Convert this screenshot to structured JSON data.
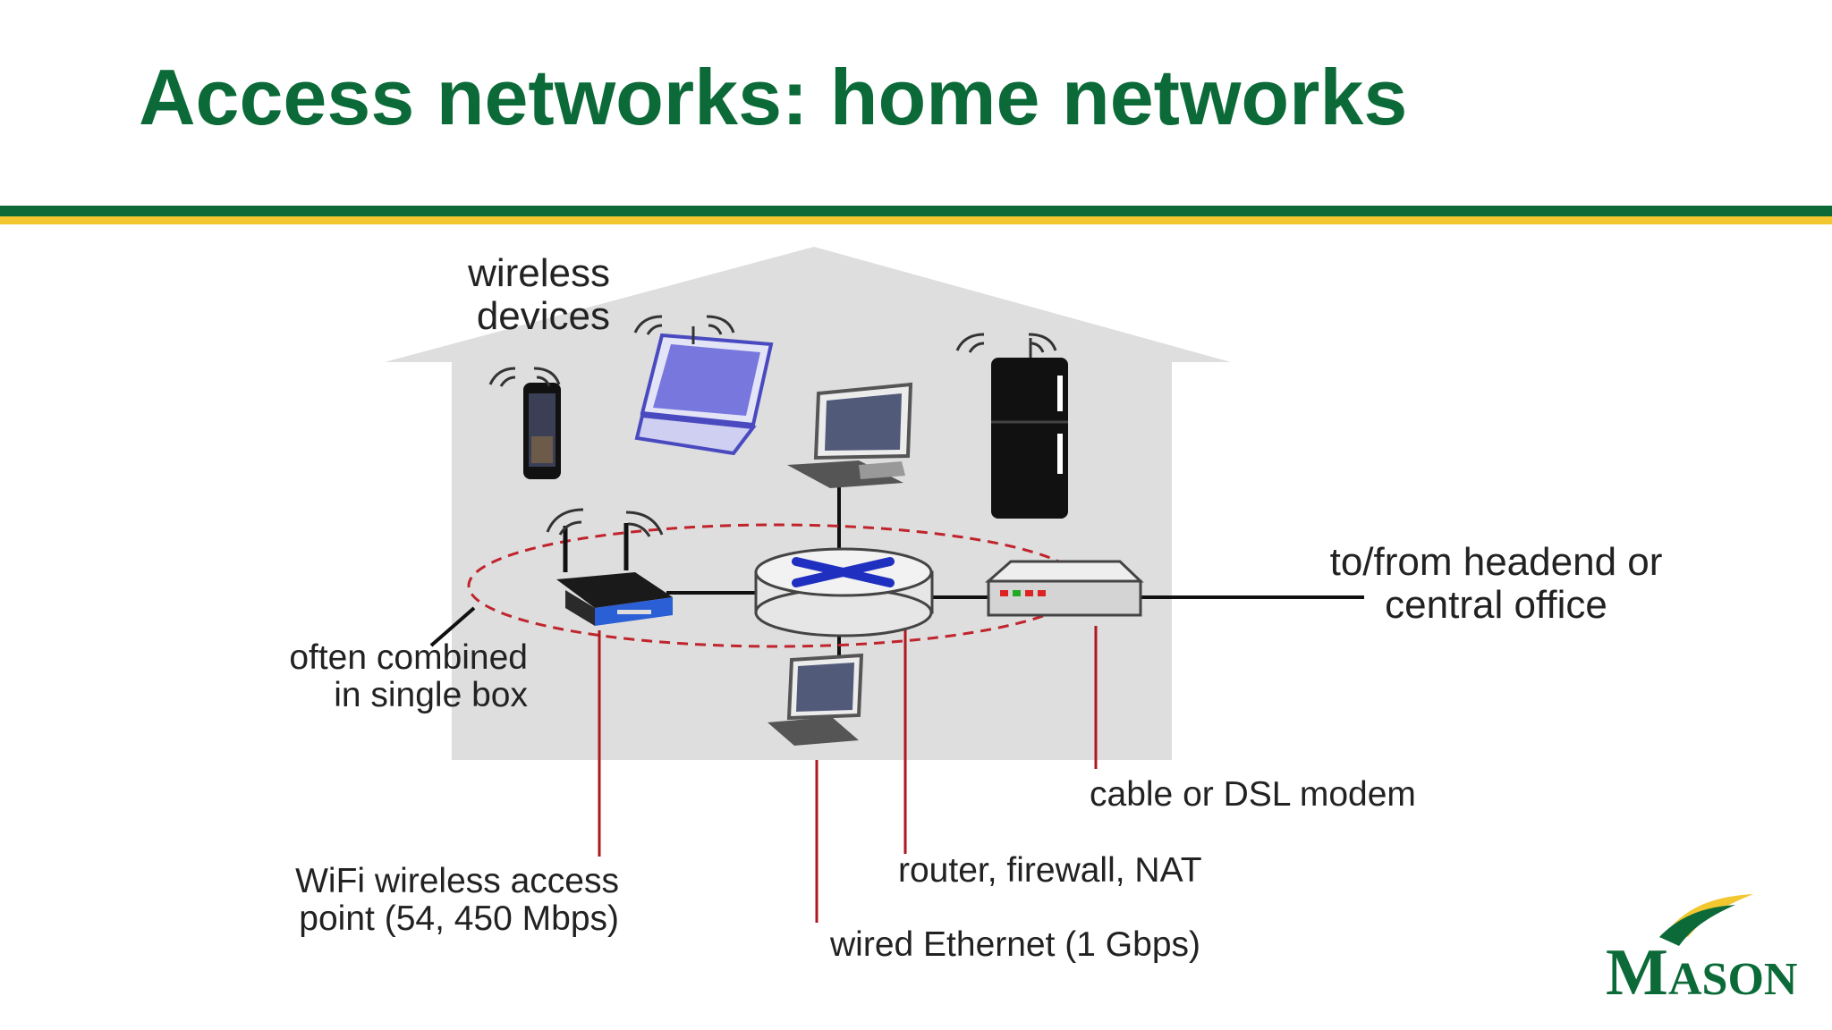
{
  "slide": {
    "title": "Access networks: home networks"
  },
  "diagram": {
    "labels": {
      "wireless_devices_1": "wireless",
      "wireless_devices_2": "devices",
      "often_combined_1": "often combined",
      "often_combined_2": "in single box",
      "headend_1": "to/from headend or",
      "headend_2": "central office",
      "cable_modem": "cable or DSL modem",
      "router": "router, firewall, NAT",
      "wifi_1": "WiFi wireless access",
      "wifi_2": "point (54, 450 Mbps)",
      "ethernet": "wired Ethernet (1 Gbps)"
    },
    "colors": {
      "house": "#dedede",
      "callout_line": "#b0171f",
      "link": "#111111"
    }
  },
  "logo": {
    "text": "MASON",
    "colors": {
      "green": "#0b6a38",
      "gold": "#f2c72f"
    }
  }
}
